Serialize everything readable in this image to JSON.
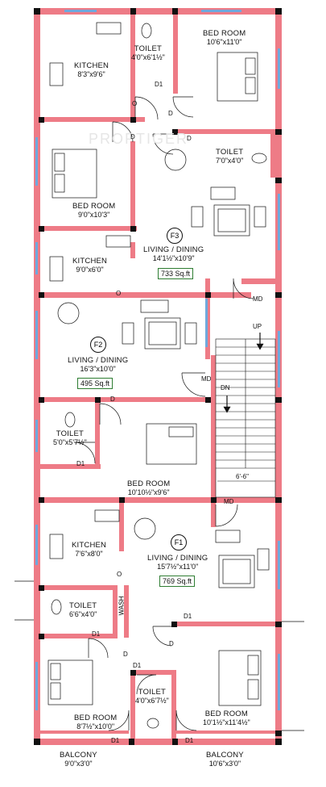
{
  "watermark": "PROPTIGER",
  "flats": {
    "f3": "F3",
    "f2": "F2",
    "f1": "F1"
  },
  "rooms": {
    "kitchen_top": {
      "title": "KITCHEN",
      "dim": "8'3\"x9'6\""
    },
    "toilet_top": {
      "title": "TOILET",
      "dim": "4'0\"x6'1½\""
    },
    "bed_top_right": {
      "title": "BED ROOM",
      "dim": "10'6\"x11'0\""
    },
    "toilet_f3": {
      "title": "TOILET",
      "dim": "7'0\"x4'0\""
    },
    "bed_f3_left": {
      "title": "BED ROOM",
      "dim": "9'0\"x10'3\""
    },
    "living_f3": {
      "title": "LIVING / DINING",
      "dim": "14'1½\"x10'9\""
    },
    "kitchen_f2": {
      "title": "KITCHEN",
      "dim": "9'0\"x6'0\""
    },
    "living_f2": {
      "title": "LIVING / DINING",
      "dim": "16'3\"x10'0\""
    },
    "toilet_f2": {
      "title": "TOILET",
      "dim": "5'0\"x5'7½\""
    },
    "bed_f2": {
      "title": "BED ROOM",
      "dim": "10'10½\"x9'6\""
    },
    "kitchen_f1": {
      "title": "KITCHEN",
      "dim": "7'6\"x8'0\""
    },
    "living_f1": {
      "title": "LIVING / DINING",
      "dim": "15'7½\"x11'0\""
    },
    "toilet_f1": {
      "title": "TOILET",
      "dim": "6'6\"x4'0\""
    },
    "bed_f1_left": {
      "title": "BED ROOM",
      "dim": "8'7½\"x10'0\""
    },
    "toilet_f1_mid": {
      "title": "TOILET",
      "dim": "4'0\"x6'7½\""
    },
    "bed_f1_right": {
      "title": "BED ROOM",
      "dim": "10'1½\"x11'4½\""
    },
    "balcony_left": {
      "title": "BALCONY",
      "dim": "9'0\"x3'0\""
    },
    "balcony_right": {
      "title": "BALCONY",
      "dim": "10'6\"x3'0\""
    }
  },
  "areas": {
    "f3": "733 Sq.ft",
    "f2": "495 Sq.ft",
    "f1": "769 Sq.ft"
  },
  "tags": {
    "d1": "D1",
    "d": "D",
    "o": "O",
    "md": "MD",
    "up": "UP",
    "dn": "DN",
    "stair_width": "6'-6\"",
    "wash": "WASH"
  },
  "colors": {
    "wall": "#ee7b86",
    "column": "#111111",
    "window": "#6fa8dc",
    "ink": "#111111",
    "area_border": "#2e7d32"
  }
}
